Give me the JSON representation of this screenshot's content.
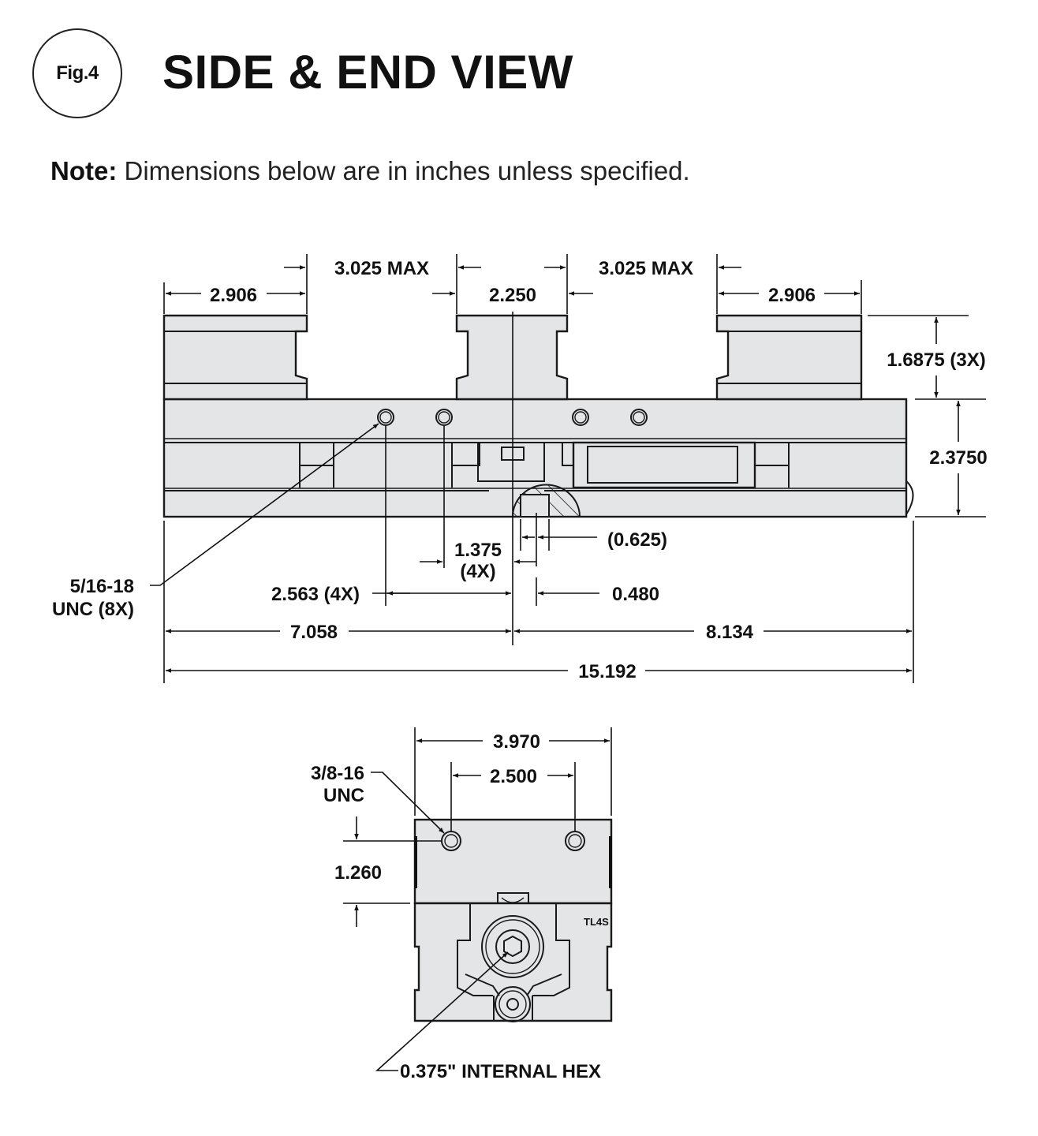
{
  "figure": {
    "label": "Fig.4",
    "title": "SIDE & END VIEW",
    "note_label": "Note:",
    "note_text": " Dimensions below are in inches unless specified."
  },
  "side_view": {
    "dimensions": {
      "left_jaw_width": "2.906",
      "left_gap_max": "3.025 MAX",
      "center_jaw_width": "2.250",
      "right_gap_max": "3.025 MAX",
      "right_jaw_width": "2.906",
      "jaw_height": "1.6875 (3X)",
      "body_height": "2.3750",
      "key_width": "(0.625)",
      "hole_spacing": "1.375",
      "hole_spacing_qty": "(4X)",
      "hole_offset": "2.563 (4X)",
      "key_offset": "0.480",
      "left_length": "7.058",
      "right_length": "8.134",
      "overall_length": "15.192"
    },
    "callouts": {
      "thread_line1": "5/16-18",
      "thread_line2": "UNC (8X)"
    }
  },
  "end_view": {
    "dimensions": {
      "overall_width": "3.970",
      "hole_spacing": "2.500",
      "hole_height": "1.260"
    },
    "callouts": {
      "thread_line1": "3/8-16",
      "thread_line2": "UNC",
      "hex": "0.375\" INTERNAL HEX",
      "marking": "TL4S"
    }
  }
}
